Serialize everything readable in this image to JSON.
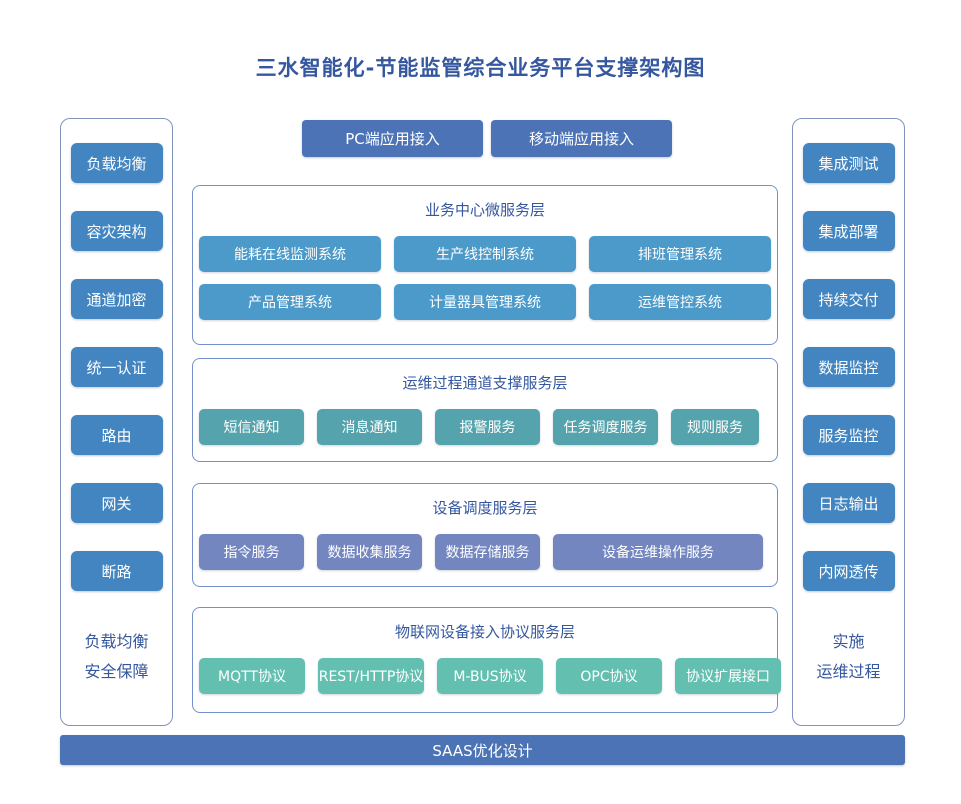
{
  "title": "三水智能化-节能监管综合业务平台支撑架构图",
  "colors": {
    "ink": "#35579f",
    "panel-border": "#8094bb",
    "box-border": "#7490cc",
    "side-btn": "#4285c0",
    "deep-btn": "#4c73b5",
    "l1": "#4b9ac9",
    "l2": "#55a3ad",
    "l3": "#7386c0",
    "l4": "#63c0b1"
  },
  "left_panel": {
    "items": [
      "负载均衡",
      "容灾架构",
      "通道加密",
      "统一认证",
      "路由",
      "网关",
      "断路"
    ],
    "caption_lines": [
      "负载均衡",
      "安全保障"
    ]
  },
  "right_panel": {
    "items": [
      "集成测试",
      "集成部署",
      "持续交付",
      "数据监控",
      "服务监控",
      "日志输出",
      "内网透传"
    ],
    "caption_lines": [
      "实施",
      "运维过程"
    ]
  },
  "access_layer": {
    "items": [
      "PC端应用接入",
      "移动端应用接入"
    ]
  },
  "layers": [
    {
      "title": "业务中心微服务层",
      "rows": [
        [
          "能耗在线监测系统",
          "生产线控制系统",
          "排班管理系统"
        ],
        [
          "产品管理系统",
          "计量器具管理系统",
          "运维管控系统"
        ]
      ]
    },
    {
      "title": "运维过程通道支撑服务层",
      "rows": [
        [
          "短信通知",
          "消息通知",
          "报警服务",
          "任务调度服务",
          "规则服务"
        ]
      ]
    },
    {
      "title": "设备调度服务层",
      "rows": [
        [
          "指令服务",
          "数据收集服务",
          "数据存储服务",
          "设备运维操作服务"
        ]
      ]
    },
    {
      "title": "物联网设备接入协议服务层",
      "rows": [
        [
          "MQTT协议",
          "REST/HTTP协议",
          "M-BUS协议",
          "OPC协议",
          "协议扩展接口"
        ]
      ]
    }
  ],
  "footer": {
    "label": "SAAS优化设计"
  }
}
